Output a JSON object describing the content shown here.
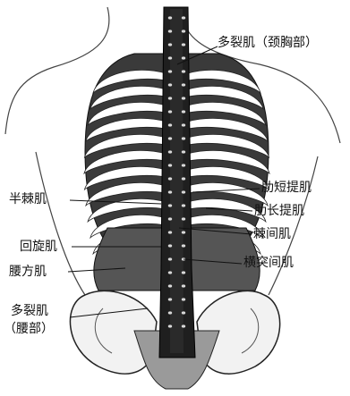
{
  "labels": {
    "multifidus_cervical": "多裂肌（颈胸部）",
    "levatores_breves": "肋短提肌",
    "levatores_longi": "肋长提肌",
    "semispinalis": "半棘肌",
    "interspinales": "棘间肌",
    "rotatores": "回旋肌",
    "intertransversarii": "横突间肌",
    "quadratus_lumborum": "腰方肌",
    "multifidus_lumbar_line1": "多裂肌",
    "multifidus_lumbar_line2": "（腰部）"
  },
  "colors": {
    "ink": "#1a1a1a",
    "muscle_dark": "#2b2b2b",
    "muscle_mid": "#5a5a5a",
    "rib_fill": "#ffffff",
    "background": "#ffffff"
  }
}
